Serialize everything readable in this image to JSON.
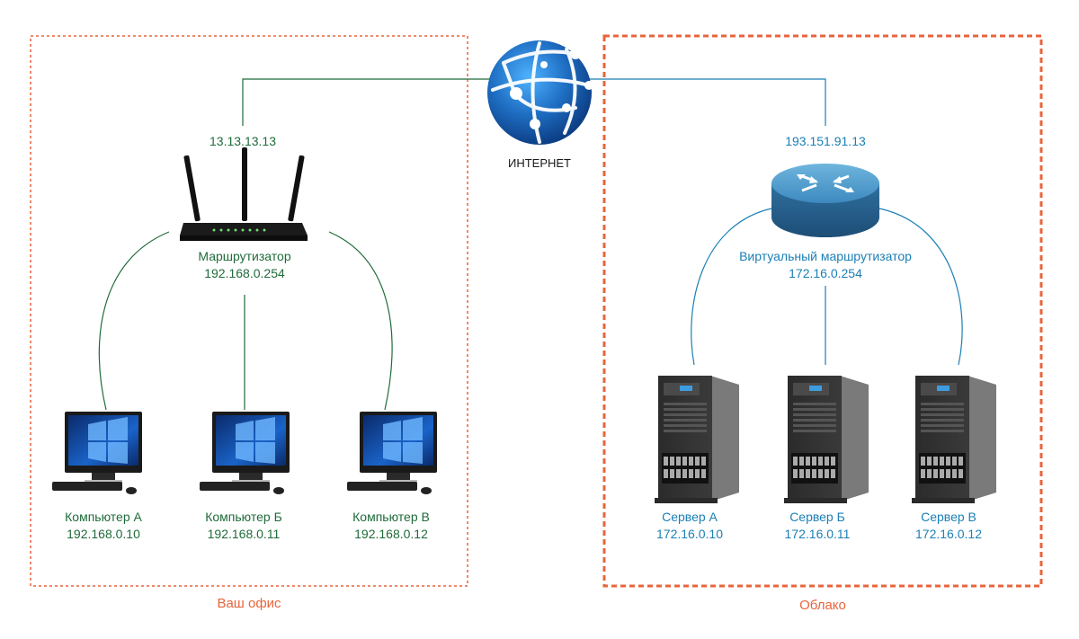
{
  "internet": {
    "label": "ИНТЕРНЕТ"
  },
  "office": {
    "zone_label": "Ваш офис",
    "router": {
      "wan_ip": "13.13.13.13",
      "name": "Маршрутизатор",
      "lan_ip": "192.168.0.254"
    },
    "computers": [
      {
        "name": "Компьютер А",
        "ip": "192.168.0.10"
      },
      {
        "name": "Компьютер Б",
        "ip": "192.168.0.11"
      },
      {
        "name": "Компьютер В",
        "ip": "192.168.0.12"
      }
    ]
  },
  "cloud": {
    "zone_label": "Облако",
    "router": {
      "wan_ip": "193.151.91.13",
      "name": "Виртуальный маршрутизатор",
      "lan_ip": "172.16.0.254"
    },
    "servers": [
      {
        "name": "Сервер А",
        "ip": "172.16.0.10"
      },
      {
        "name": "Сервер Б",
        "ip": "172.16.0.11"
      },
      {
        "name": "Сервер В",
        "ip": "172.16.0.12"
      }
    ]
  },
  "colors": {
    "office_line": "#1f6b3a",
    "cloud_line": "#1b7fb5",
    "zone_border": "#e8643c",
    "globe": "#1f6fc4"
  }
}
